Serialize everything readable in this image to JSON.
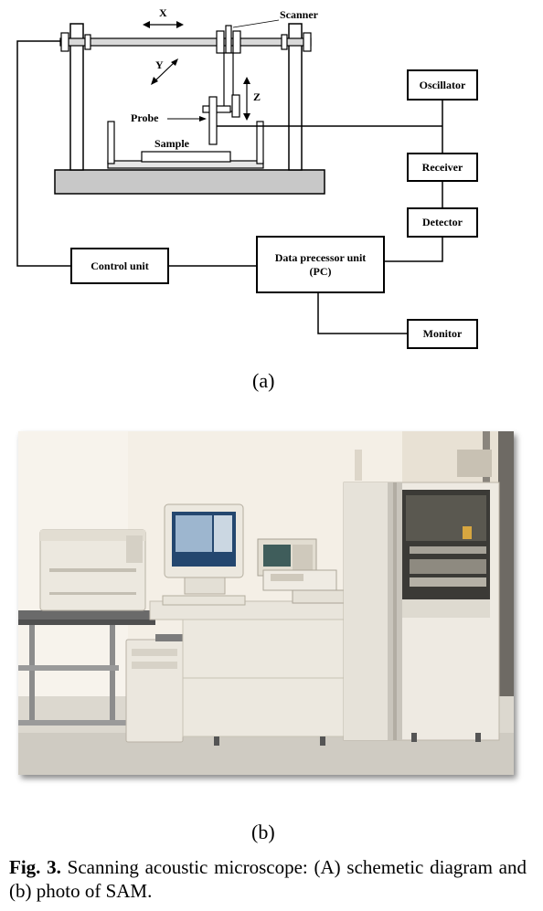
{
  "diagram": {
    "labels": {
      "x_axis": "X",
      "y_axis": "Y",
      "z_axis": "Z",
      "scanner": "Scanner",
      "probe": "Probe",
      "sample": "Sample"
    },
    "boxes": {
      "oscillator": "Oscillator",
      "receiver": "Receiver",
      "detector": "Detector",
      "data_processor_line1": "Data precessor unit",
      "data_processor_line2": "(PC)",
      "control_unit": "Control unit",
      "monitor": "Monitor"
    },
    "panel_a_label": "(a)"
  },
  "photo": {
    "panel_b_label": "(b)"
  },
  "caption": {
    "prefix": "Fig. 3.",
    "text": "Scanning acoustic microscope: (A) schemetic diagram and (b) photo of SAM."
  }
}
